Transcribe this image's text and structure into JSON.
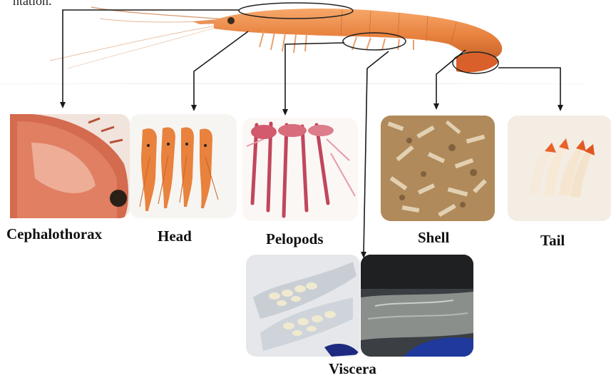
{
  "caption_fragment": "ntation.",
  "parts": [
    {
      "key": "cephalothorax",
      "label": "Cephalothorax"
    },
    {
      "key": "head",
      "label": "Head"
    },
    {
      "key": "pelopods",
      "label": "Pelopods"
    },
    {
      "key": "shell",
      "label": "Shell"
    },
    {
      "key": "tail",
      "label": "Tail"
    },
    {
      "key": "viscera",
      "label": "Viscera"
    }
  ],
  "colors": {
    "shrimp": "#e8813e",
    "arrow": "#1a1a1a",
    "shell_bg": "#b08a5a"
  }
}
